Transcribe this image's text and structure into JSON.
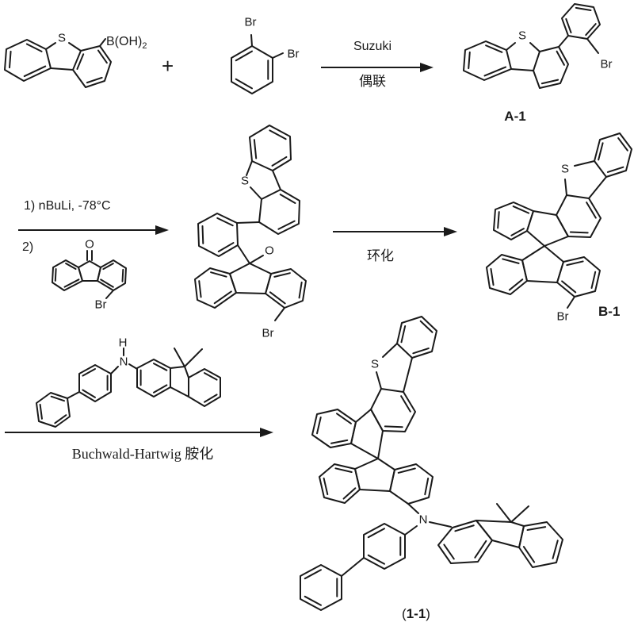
{
  "colors": {
    "ink": "#1a1a1a",
    "background": "#ffffff"
  },
  "step1": {
    "plus": "+",
    "arrow_label_top": "Suzuki",
    "arrow_label_bottom": "偶联",
    "product_label": "A-1",
    "reagent1_atoms": {
      "s": "S",
      "boron_group": "B(OH)",
      "boron_sub": "2"
    },
    "reagent2_atoms": {
      "br1": "Br",
      "br2": "Br"
    },
    "product_atoms": {
      "s": "S",
      "br": "Br"
    }
  },
  "step2": {
    "condition_line1": "1) nBuLi, -78°C",
    "condition_line2": "2)",
    "arrow_label": "环化",
    "product_label": "B-1",
    "ketone_atoms": {
      "o": "O",
      "br": "Br"
    },
    "intermediate_atoms": {
      "s": "S",
      "o": "O",
      "br": "Br"
    },
    "product_atoms": {
      "s": "S",
      "br": "Br"
    }
  },
  "step3": {
    "arrow_label": "Buchwald-Hartwig 胺化",
    "amine_atoms": {
      "h": "H",
      "n": "N"
    },
    "product_atoms": {
      "s": "S",
      "n": "N"
    },
    "product_label_open": "(",
    "product_label_code": "1-1",
    "product_label_close": ")"
  }
}
